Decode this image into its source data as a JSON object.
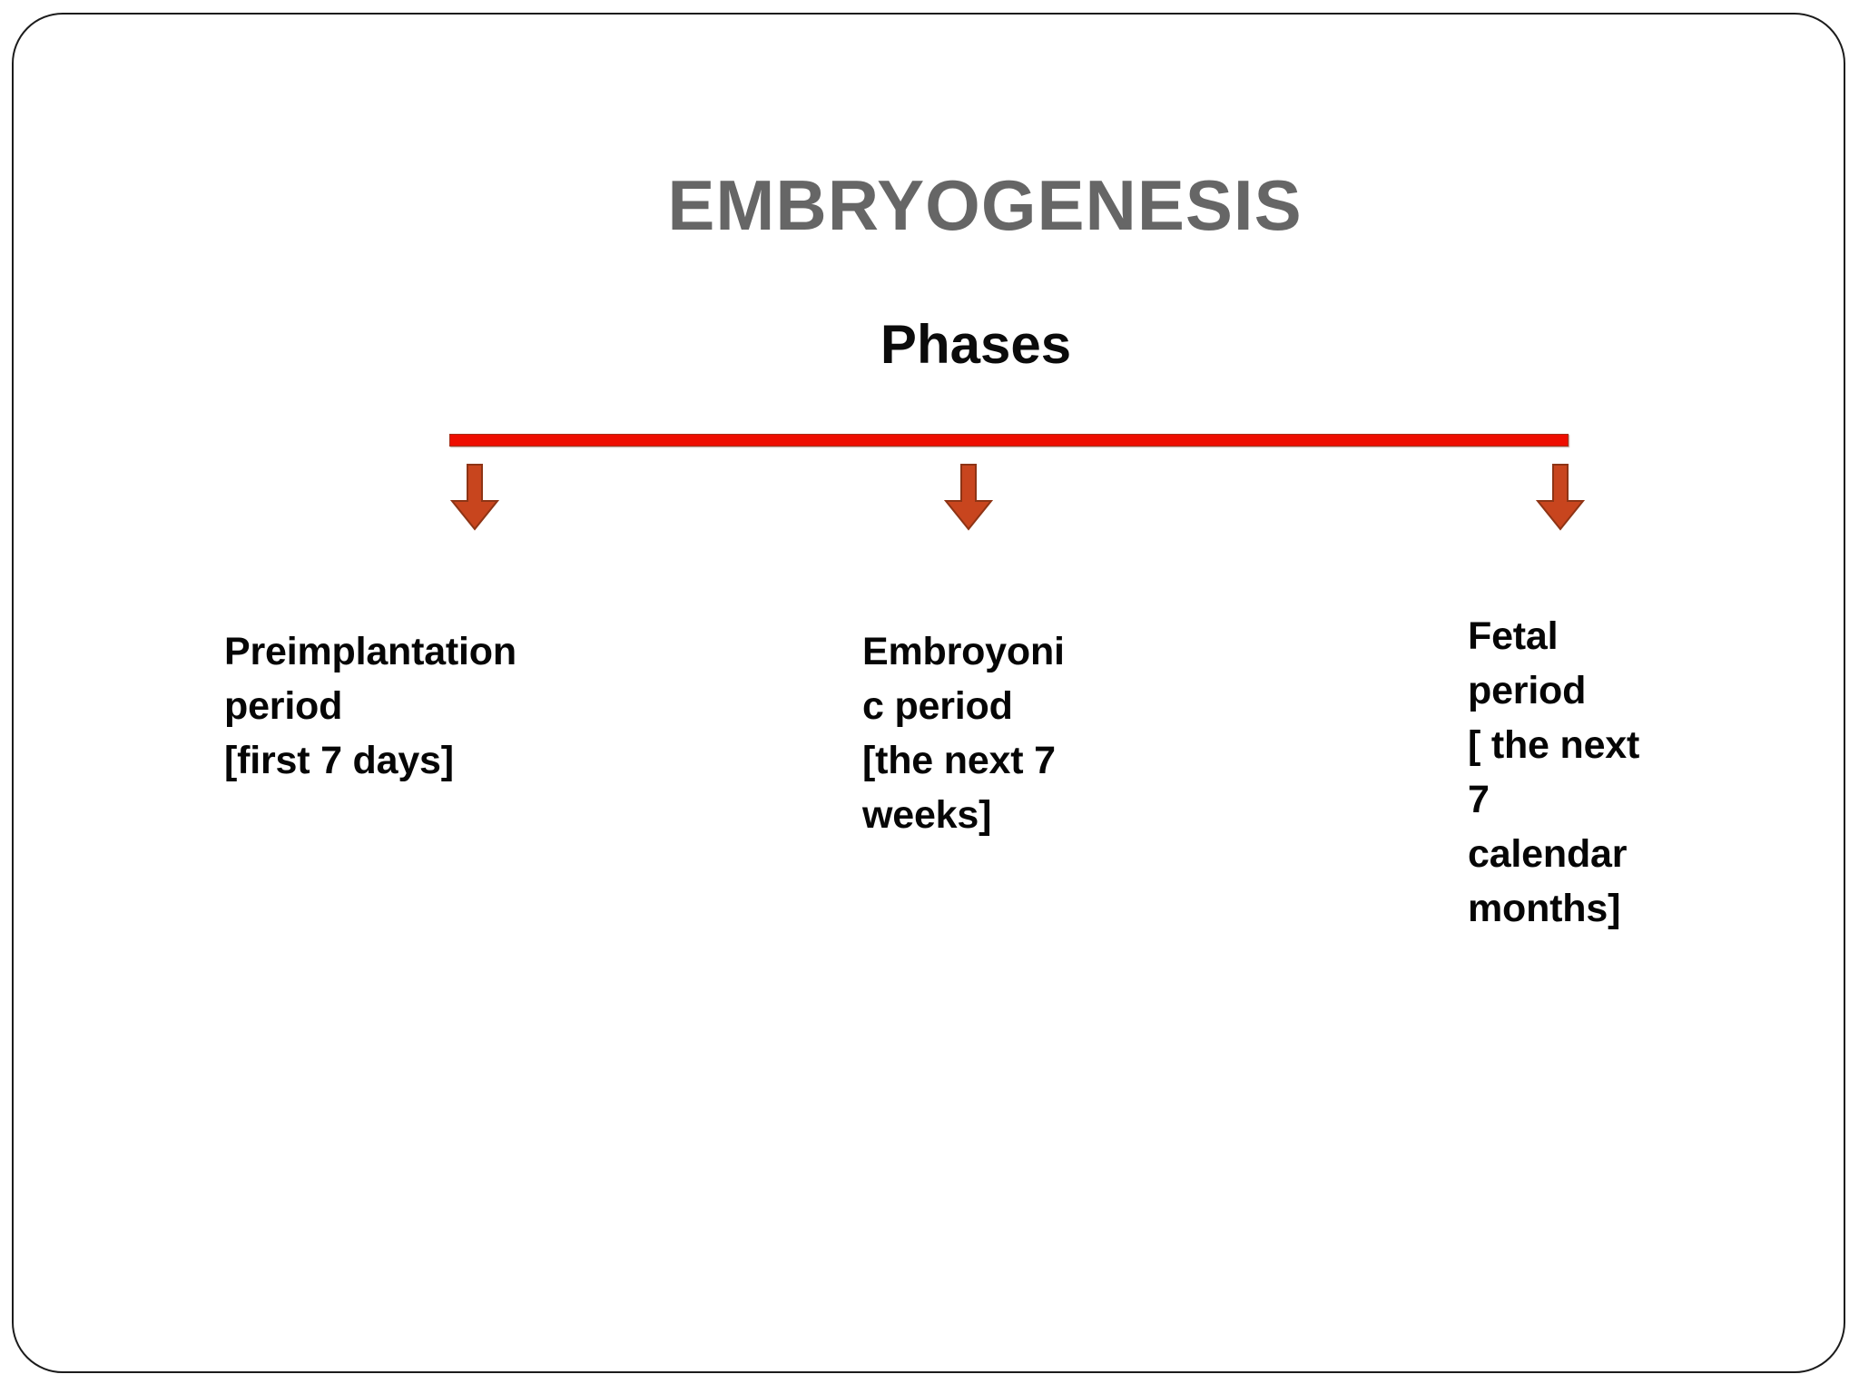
{
  "slide": {
    "title": "EMBRYOGENESIS",
    "subtitle": "Phases",
    "title_color": "#666666",
    "subtitle_color": "#0b0b0b",
    "background_color": "#ffffff",
    "border_color": "#1c1c1c"
  },
  "timeline": {
    "bar_color": "#ee0d00",
    "bar_border_color": "#a5301a",
    "arrow_color": "#c8451e",
    "arrow_border_color": "#8e3415",
    "arrow_count": 3
  },
  "phases": [
    {
      "id": "preimplantation",
      "name": "Preimplantation period",
      "duration": "[first 7 days]",
      "text": "Preimplantation\nperiod\n[first 7 days]",
      "arrow_name": "down-arrow-icon"
    },
    {
      "id": "embryonic",
      "name": "Embroyonic period",
      "duration": "[the next 7 weeks]",
      "text": "Embroyoni\nc period\n[the next 7\nweeks]",
      "arrow_name": "down-arrow-icon"
    },
    {
      "id": "fetal",
      "name": "Fetal period",
      "duration": "[ the next 7 calendar months]",
      "text": "Fetal\nperiod\n[ the next\n7\ncalendar\nmonths]",
      "arrow_name": "down-arrow-icon"
    }
  ]
}
